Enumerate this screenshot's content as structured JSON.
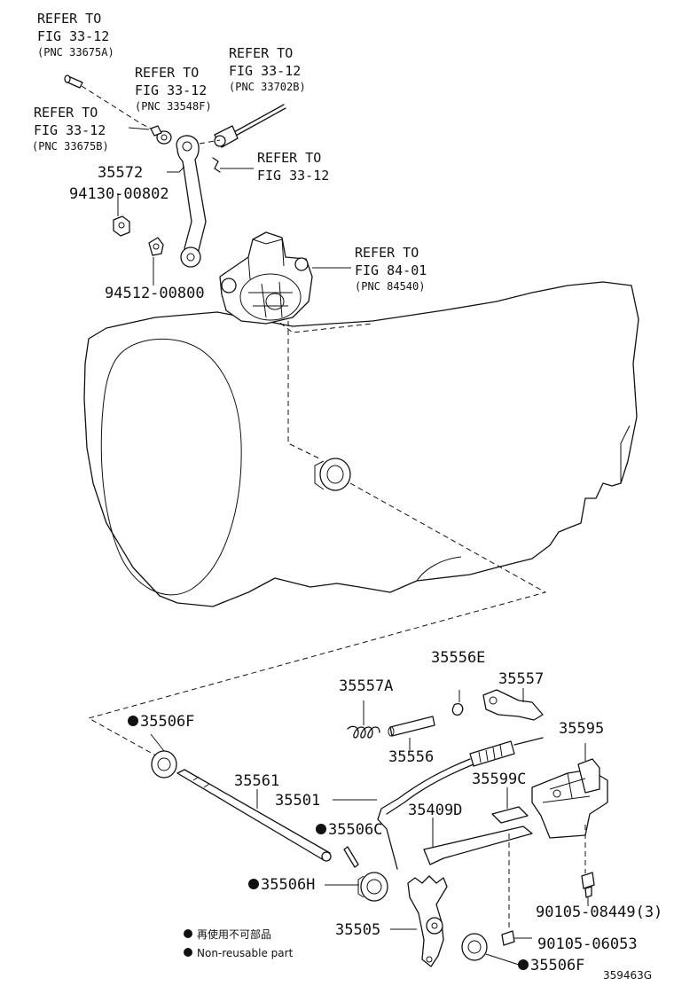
{
  "references": {
    "r1": {
      "line1": "REFER TO",
      "line2": "FIG 33-12",
      "pnc": "(PNC 33675A)"
    },
    "r2": {
      "line1": "REFER TO",
      "line2": "FIG 33-12",
      "pnc": "(PNC 33702B)"
    },
    "r3": {
      "line1": "REFER TO",
      "line2": "FIG 33-12",
      "pnc": "(PNC 33548F)"
    },
    "r4": {
      "line1": "REFER TO",
      "line2": "FIG 33-12",
      "pnc": "(PNC 33675B)"
    },
    "r5": {
      "line1": "REFER TO",
      "line2": "FIG 33-12"
    },
    "r6": {
      "line1": "REFER TO",
      "line2": "FIG 84-01",
      "pnc": "(PNC 84540)"
    }
  },
  "parts": {
    "p35572": "35572",
    "p94130": "94130-00802",
    "p94512": "94512-00800",
    "p35506F_a": "35506F",
    "p35557A": "35557A",
    "p35556E": "35556E",
    "p35557": "35557",
    "p35595": "35595",
    "p35556": "35556",
    "p35561": "35561",
    "p35501": "35501",
    "p35599C": "35599C",
    "p35409D": "35409D",
    "p35506C": "35506C",
    "p35506H": "35506H",
    "p90105_08449": "90105-08449(3)",
    "p35505": "35505",
    "p90105_06053": "90105-06053",
    "p35506F_b": "35506F"
  },
  "legend": {
    "jp": "再使用不可部品",
    "en": "Non-reusable part"
  },
  "diagram_id": "359463G"
}
